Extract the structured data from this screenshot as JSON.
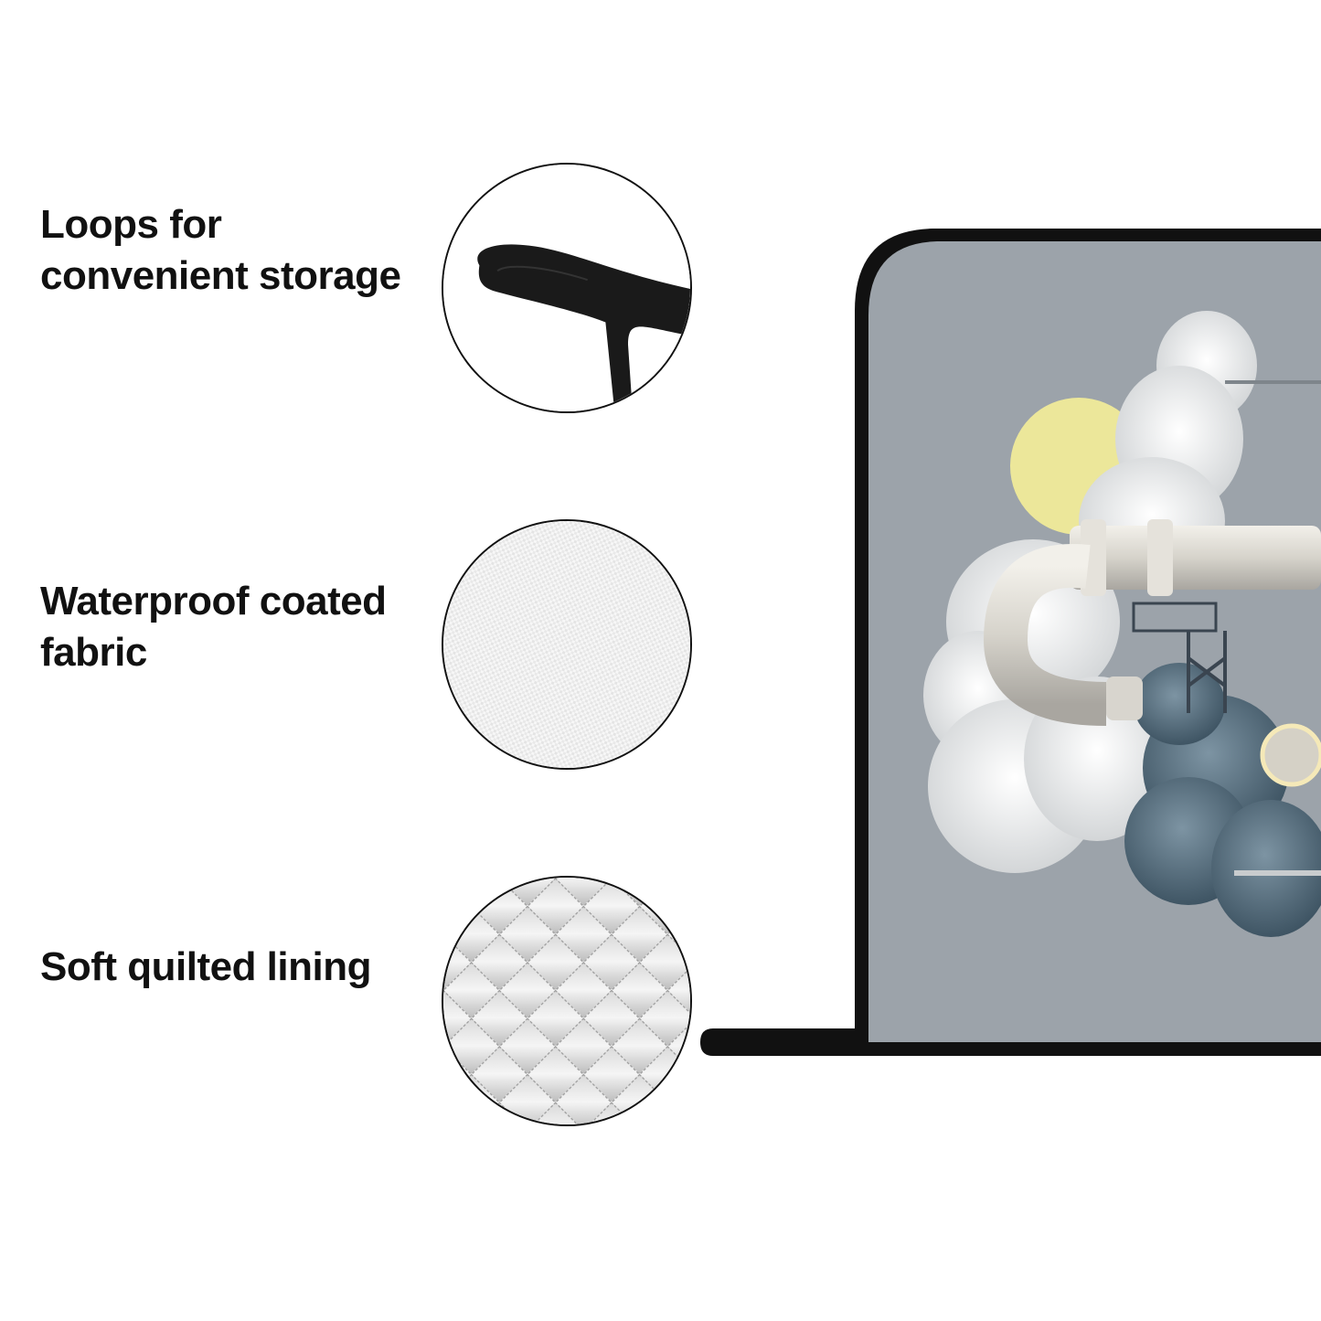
{
  "features": [
    {
      "label_lines": [
        "Loops for",
        "convenient storage"
      ],
      "icon": "loop-icon"
    },
    {
      "label_lines": [
        "Waterproof coated",
        "fabric"
      ],
      "icon": "fabric-texture-icon"
    },
    {
      "label_lines": [
        "Soft quilted lining"
      ],
      "icon": "quilted-lining-icon"
    }
  ],
  "colors": {
    "text": "#111111",
    "mitt_border": "#111111",
    "mitt_background": "#9aa1a8",
    "sun": "#ece79a",
    "cloud_white": "#eeeeee",
    "cloud_dark": "#5c7585"
  }
}
